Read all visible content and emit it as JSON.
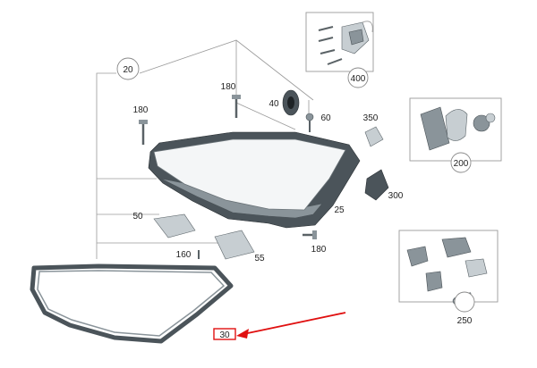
{
  "parts": {
    "p20": "20",
    "p40": "40",
    "p60": "60",
    "p180a": "180",
    "p180b": "180",
    "p180c": "180",
    "p350": "350",
    "p400": "400",
    "p200": "200",
    "p300": "300",
    "p25": "25",
    "p50": "50",
    "p55": "55",
    "p160": "160",
    "p250": "250",
    "p30": "30"
  },
  "highlight": {
    "color": "#e01010",
    "part": "30"
  }
}
